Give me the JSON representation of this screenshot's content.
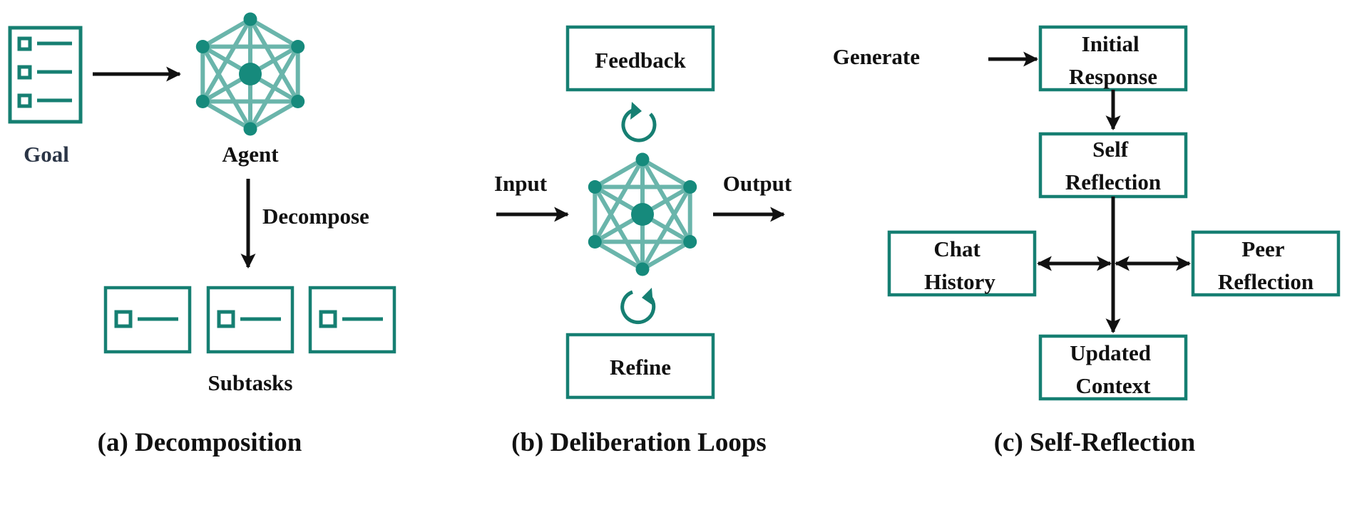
{
  "colors": {
    "accent_teal": "#167f72",
    "network_edge": "#6ab5ab",
    "network_node": "#168a7c",
    "goal_text": "#2b3546",
    "arrow": "#111111"
  },
  "icons": [
    "checklist-icon",
    "agent-network-icon",
    "subtask-icon",
    "refresh-icon"
  ],
  "decomposition": {
    "caption": "(a) Decomposition",
    "goal_label": "Goal",
    "agent_label": "Agent",
    "edge_label": "Decompose",
    "subtasks_label": "Subtasks"
  },
  "deliberation": {
    "caption": "(b) Deliberation Loops",
    "feedback_label": "Feedback",
    "refine_label": "Refine",
    "input_label": "Input",
    "output_label": "Output"
  },
  "reflection": {
    "caption": "(c) Self-Reflection",
    "generate_label": "Generate",
    "initial_response": [
      "Initial",
      "Response"
    ],
    "self_reflection": [
      "Self",
      "Reflection"
    ],
    "chat_history": [
      "Chat",
      "History"
    ],
    "peer_reflection": [
      "Peer",
      "Reflection"
    ],
    "updated_context": [
      "Updated",
      "Context"
    ]
  }
}
